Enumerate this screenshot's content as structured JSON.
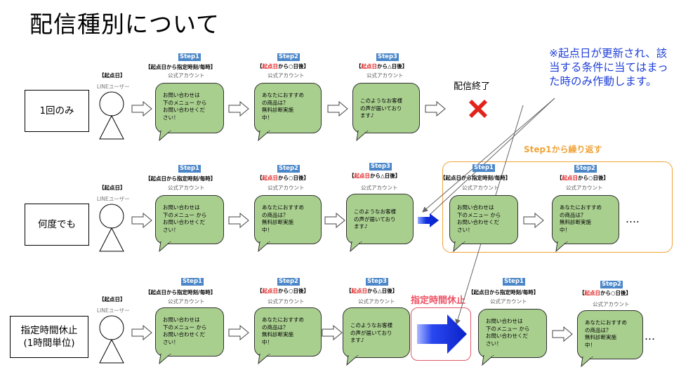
{
  "title": "配信種別について",
  "note": "※起点日が更新され、該当する条件に当てはまった時のみ作動します。",
  "repeat_label": "Step1から繰り返す",
  "pause_label": "指定時間休止",
  "end_label": "配信終了",
  "ellipsis": "….",
  "ellipsis2": "…",
  "common": {
    "kiten": "【起点日】",
    "line_user": "LINEユーザー",
    "account": "公式アカウント",
    "step1": "Step1",
    "step2": "Step2",
    "step3": "Step3",
    "head1": "【起点日から指定時刻/毎時】",
    "head2_pre": "【",
    "head2_red": "起点日",
    "head2_post": "から○日後】",
    "head3_pre": "【",
    "head3_red": "起点日",
    "head3_post": "から△日後】",
    "msg1": "お問い合わせは\n下のメニュー から\nお問い合わせくだ\nさい！",
    "msg2": "あなたにおすすめ\nの商品は？\n無料診断実施\n中！",
    "msg3": "このようなお客様\nの声が届いており\nます♪"
  },
  "rows": [
    {
      "label": "1回のみ"
    },
    {
      "label": "何度でも"
    },
    {
      "label": "指定時間休止\n(1時間単位)"
    }
  ],
  "colors": {
    "accent_blue": "#4a86c8",
    "bubble_green": "#a9cf8f",
    "note_blue": "#1f3fd8",
    "orange": "#f0a43a",
    "red": "#e02020",
    "pause_red": "#ef5164"
  },
  "icons": [
    "person-icon",
    "hollow-arrow-icon",
    "blue-arrow-icon",
    "red-x-icon"
  ]
}
